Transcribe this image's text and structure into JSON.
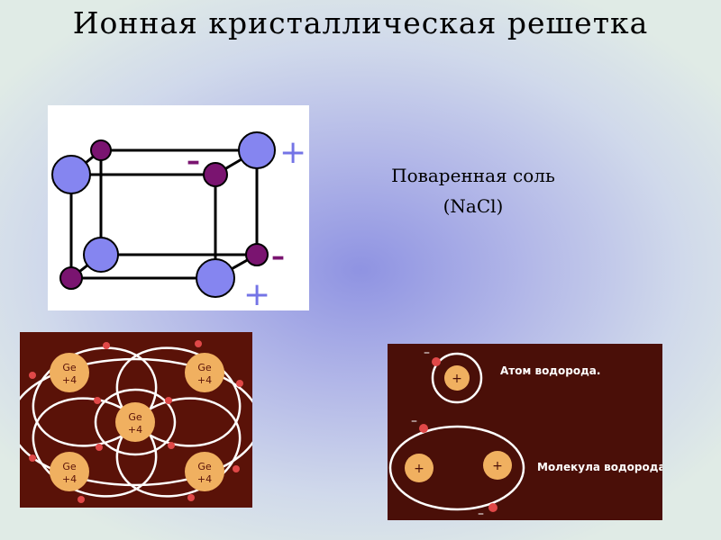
{
  "title": "Ионная кристаллическая решетка",
  "caption": {
    "line1": "Поваренная соль",
    "line2": "(NaCl)"
  },
  "lattice": {
    "plus_sign": "+",
    "minus_sign": "–",
    "colors": {
      "cation": "#8585f0",
      "anion": "#7a1470",
      "bond": "#000000"
    }
  },
  "germanium": {
    "atom_label_top": "Ge",
    "atom_label_bottom": "+4",
    "colors": {
      "background": "#5a1208",
      "nucleus": "#f0b060",
      "orbit": "#ffffff",
      "electron": "#e04848"
    }
  },
  "hydrogen": {
    "atom_label": "Атом водорода.",
    "molecule_label": "Молекула водорода.",
    "plus_sign": "+",
    "minus_sign": "–",
    "colors": {
      "background": "#4a0f08",
      "nucleus": "#f0b060",
      "orbit": "#ffffff",
      "electron": "#e04848"
    }
  }
}
